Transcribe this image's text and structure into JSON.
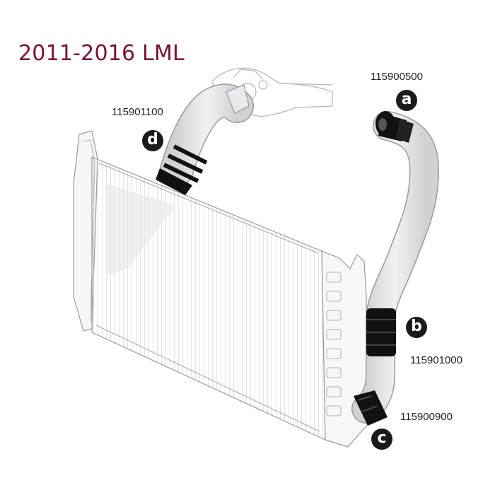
{
  "title": "2011-2016 LML",
  "parts": [
    {
      "letter": "a",
      "number": "115900500"
    },
    {
      "letter": "b",
      "number": "115901000"
    },
    {
      "letter": "c",
      "number": "115900900"
    },
    {
      "letter": "d",
      "number": "115901100"
    }
  ],
  "colors": {
    "title": "#7b1230",
    "hose": "#e4e6e8",
    "outline": "#9a9a9a",
    "clamp": "#111111"
  }
}
